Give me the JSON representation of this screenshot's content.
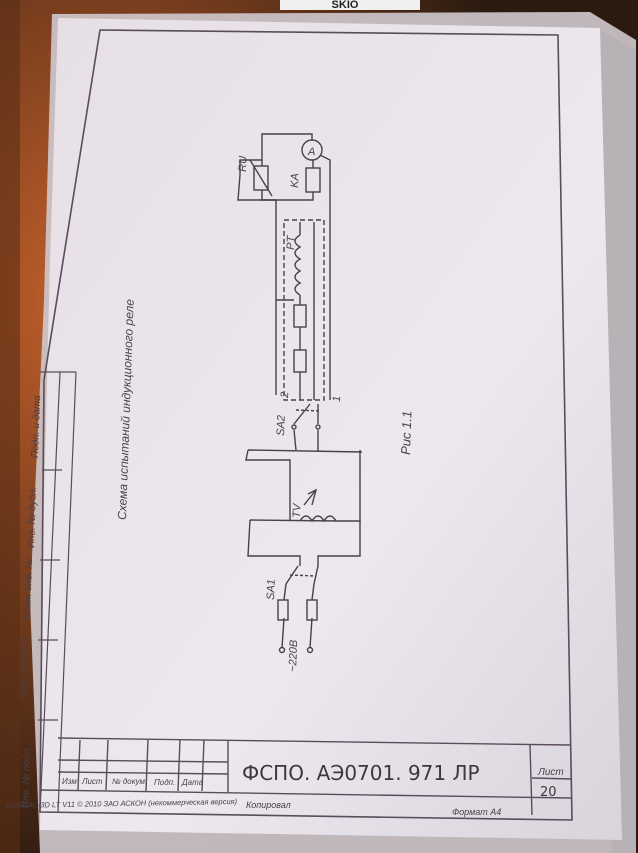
{
  "photo": {
    "colors": {
      "background": "#3a2416",
      "sleeve": "#d8d5d6",
      "paper": "#e9e4e8",
      "ink": "#4a3f4a"
    }
  },
  "drawing": {
    "title": "Схема испытаний индукционного реле",
    "figure_caption": "Рис 1.1",
    "labels": {
      "sa1": "SA1",
      "sa2": "SA2",
      "tv": "TV",
      "pt": "PT",
      "ka": "KA",
      "ru": "RU",
      "ammeter": "A",
      "voltage": "~220В",
      "contact_1": "1",
      "contact_2": "2"
    }
  },
  "title_block": {
    "doc_code": "ФСПО. АЭ0701. 971 ЛР",
    "sheet_label": "Лист",
    "sheet_number": "20",
    "col_izm": "Изм",
    "col_list": "Лист",
    "col_doc": "№ докум.",
    "col_podp": "Подп.",
    "col_data": "Дата",
    "copied": "Копировал",
    "format": "Формат А4",
    "bottom_strip": "КОМПАС-3D LT V11 © 2010 ЗАО АСКОН (некоммерческая версия)"
  },
  "side_stamp": {
    "inv_podl": "Инв. № подл.",
    "podp_data_1": "Подп. и дата",
    "vzam_inv": "Взам. инв. №",
    "inv_dubl": "Инв. № дубл.",
    "podp_data_2": "Подп. и дата"
  },
  "top_sticker": "SKIO"
}
